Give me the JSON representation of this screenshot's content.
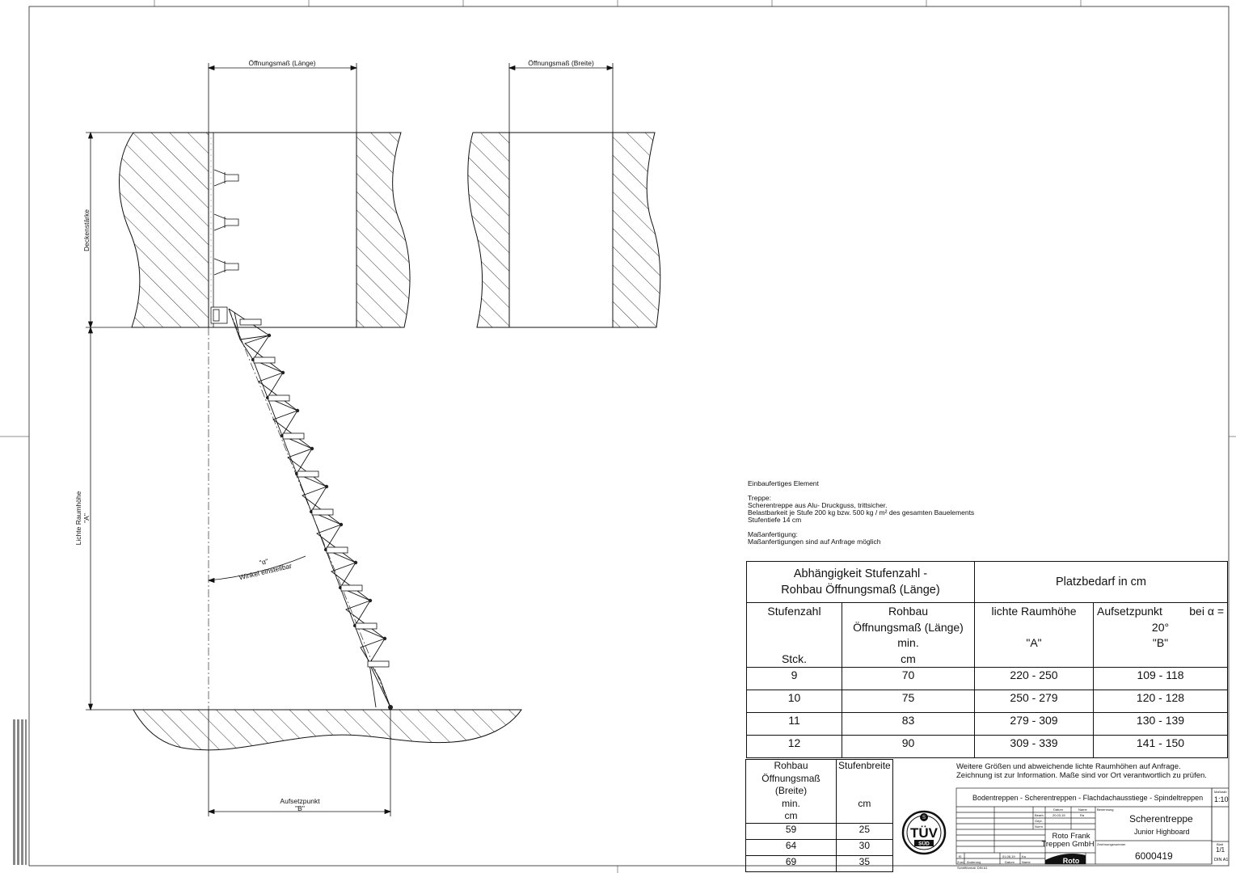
{
  "dimensions": {
    "opening_length": "Öffnungsmaß (Länge)",
    "opening_width": "Öffnungsmaß (Breite)",
    "ceiling_thickness": "Deckenstärke",
    "room_height_l1": "Lichte Raumhöhe",
    "room_height_l2": "\"A\"",
    "angle_l1": "\"α\"",
    "angle_l2": "Winkel einstellbar",
    "landing_l1": "Aufsetzpunkt",
    "landing_l2": "\"B\""
  },
  "notes": {
    "element": "Einbaufertiges Element",
    "stair_title": "Treppe:",
    "stair_line1": "Scherentreppe aus Alu- Druckguss, trittsicher.",
    "stair_line2": "Belastbarkeit je Stufe 200 kg bzw. 500 kg / m² des gesamten Bauelements",
    "stair_line3": "Stufentiefe 14 cm",
    "custom_title": "Maßanfertigung:",
    "custom_line1": "Maßanfertigungen sind auf Anfrage möglich"
  },
  "main_table": {
    "group1_l1": "Abhängigkeit Stufenzahl -",
    "group1_l2": "Rohbau Öffnungsmaß (Länge)",
    "group2": "Platzbedarf in cm",
    "col1_name": "Stufenzahl",
    "col1_unit": "Stck.",
    "col2_l1": "Rohbau",
    "col2_l2": "Öffnungsmaß (Länge)",
    "col2_l3": "min.",
    "col2_unit": "cm",
    "col3_name": "lichte Raumhöhe",
    "col3_key": "\"A\"",
    "col4_name": "Aufsetzpunkt",
    "col4_suffix": "bei α =",
    "col4_angle": "20°",
    "col4_key": "\"B\"",
    "rows": [
      {
        "steps": "9",
        "opening": "70",
        "height": "220 - 250",
        "landing": "109 - 118"
      },
      {
        "steps": "10",
        "opening": "75",
        "height": "250 - 279",
        "landing": "120 - 128"
      },
      {
        "steps": "11",
        "opening": "83",
        "height": "279 - 309",
        "landing": "130 - 139"
      },
      {
        "steps": "12",
        "opening": "90",
        "height": "309 - 339",
        "landing": "141 - 150"
      }
    ]
  },
  "width_table": {
    "col1_l1": "Rohbau",
    "col1_l2": "Öffnungsmaß (Breite)",
    "col1_l3": "min.",
    "col1_unit": "cm",
    "col2_name": "Stufenbreite",
    "col2_unit": "cm",
    "rows": [
      {
        "opening": "59",
        "width": "25"
      },
      {
        "opening": "64",
        "width": "30"
      },
      {
        "opening": "69",
        "width": "35"
      }
    ]
  },
  "remarks": {
    "line1": "Weitere Größen und abweichende lichte Raumhöhen auf Anfrage.",
    "line2": "Zeichnung ist zur Information. Maße sind vor Ort verantwortlich zu prüfen."
  },
  "logo": {
    "main": "TÜV",
    "sub": "SÜD"
  },
  "title_block": {
    "product_range": "Bodentreppen - Scherentreppen - Flachdachausstiege - Spindeltreppen",
    "scale_label": "Maßstab",
    "scale": "1:10",
    "datum": "Datum",
    "name": "Name",
    "bearb": "Bearb.",
    "bearb_date": "20.03.15",
    "bearb_name": "Ra",
    "gepr": "Gepr.",
    "norm": "Norm",
    "benennung": "Benennung",
    "product": "Scherentreppe",
    "model": "Junior Highboard",
    "company_l1": "Roto Frank",
    "company_l2": "Treppen GmbH",
    "drawing_no_label": "Zeichnungsnummer",
    "drawing_no": "6000419",
    "sheet_label": "Blatt",
    "sheet": "1/1",
    "format": "DIN A1",
    "rev": "f0",
    "rev_date": "01.06.19",
    "rev_name": "Ka",
    "zust": "Zust.",
    "aenderung": "Änderung",
    "brand": "Roto",
    "format_note": "Schriftformat: DIN A1"
  }
}
